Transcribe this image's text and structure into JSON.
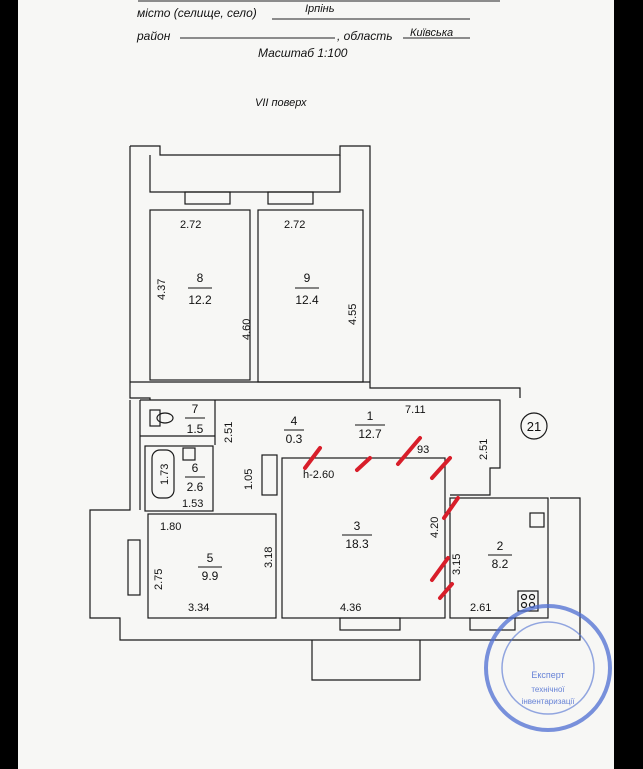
{
  "header": {
    "city_label": "місто (селище, село)",
    "city_value": "Ірпінь",
    "district_label": "район",
    "region_label": ", область",
    "region_value": "Київська",
    "scale": "Масштаб  1:100",
    "floor": "VII поверх"
  },
  "rooms": [
    {
      "number": "8",
      "area": "12.2"
    },
    {
      "number": "9",
      "area": "12.4"
    },
    {
      "number": "7",
      "area": "1.5"
    },
    {
      "number": "6",
      "area": "2.6"
    },
    {
      "number": "4",
      "area": "0.3"
    },
    {
      "number": "1",
      "area": "12.7"
    },
    {
      "number": "5",
      "area": "9.9"
    },
    {
      "number": "3",
      "area": "18.3"
    },
    {
      "number": "2",
      "area": "8.2"
    }
  ],
  "dimensions": {
    "r8_top": "2.72",
    "r9_top": "2.72",
    "r8_left": "4.37",
    "r8_right": "4.60",
    "r9_right": "4.55",
    "r1_top": "7.11",
    "r7_right": "2.51",
    "r1_right": "2.51",
    "r6_bath": "1.73",
    "r6_bottom": "1.53",
    "r4_right": "1.05",
    "ceiling": "h-2.60",
    "r1_93": "93",
    "r5_top": "1.80",
    "r5_left": "2.75",
    "r5_right": "3.18",
    "r5_bottom": "3.34",
    "r3_right": "4.20",
    "r3_bottom": "4.36",
    "r2_left": "3.15",
    "r2_bottom": "2.61"
  },
  "apartment_number": "21",
  "stamp": {
    "line1": "Експерт",
    "line2": "технічної",
    "line3": "інвентаризації"
  }
}
